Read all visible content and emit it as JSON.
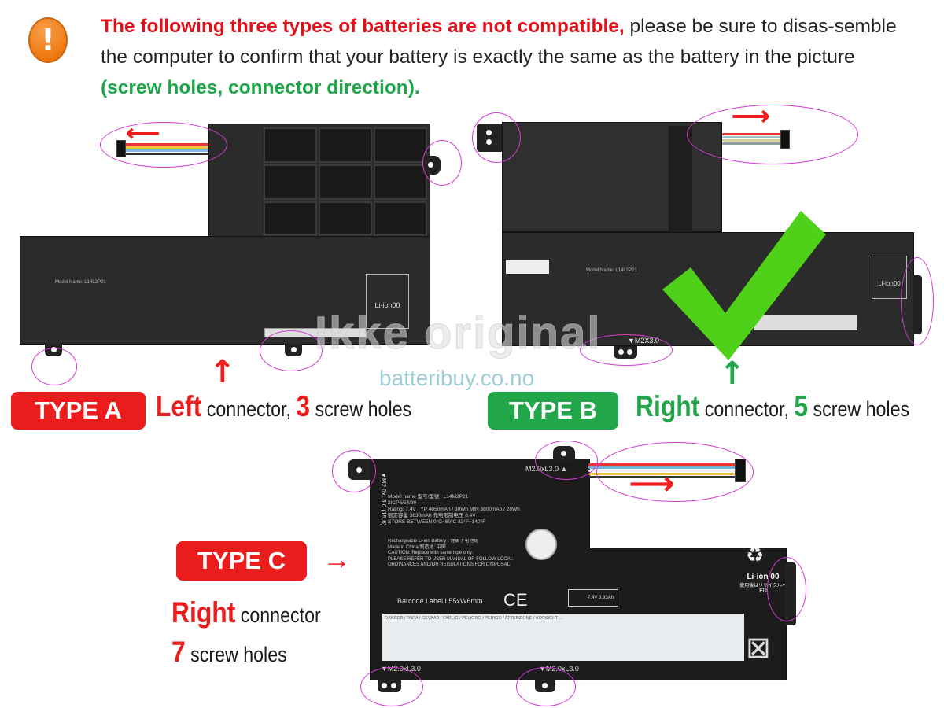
{
  "header": {
    "warning_icon": "exclamation-icon",
    "highlight_red": "The following three types of batteries are not compatible,",
    "text_1": " please be sure to disas-semble the computer to confirm that your battery is exactly the same as the battery in the picture ",
    "highlight_green": "(screw holes, connector direction)."
  },
  "watermark": {
    "text": "Ikke original",
    "site": "batteribuy.co.no"
  },
  "type_a": {
    "badge": "TYPE A",
    "direction": "Left",
    "connector_text": " connector, ",
    "holes_count": "3",
    "holes_text": " screw holes",
    "label_model": "Model Name: L14L2P21",
    "label_recycle": "Li-ion00",
    "badge_color": "#ea1c1c"
  },
  "type_b": {
    "badge": "TYPE B",
    "direction": "Right",
    "connector_text": " connector, ",
    "holes_count": "5",
    "holes_text": " screw holes",
    "label_model": "Model Name: L14L2P21",
    "label_recycle": "Li-ion00",
    "screw_marking": "▼M2X3.0",
    "badge_color": "#22a64a"
  },
  "type_c": {
    "badge": "TYPE C",
    "direction": "Right",
    "connector_text": " connector",
    "holes_count": "7",
    "holes_text": " screw holes",
    "label_model": "Model name 型号/型號 : L14M2P21",
    "label_lines": [
      "2ICP6/54/90",
      "Rating: 7.4V TYP 4050mAh / 30Wh MIN 3800mAh / 28Wh",
      "额定容量 3830mAh 充电限制电压 8.4V",
      "STORE BETWEEN 0°C~60°C 32°F~140°F"
    ],
    "label_lines_2": [
      "Rechargeable Li-ion Battery / 锂离子电池组",
      "Made in China 制造地: 中国",
      "CAUTION: Replace with same type only.",
      "PLEASE REFER TO USER MANUAL OR FOLLOW LOCAL",
      "ORDINANCES AND/OR REGULATIONS FOR DISPOSAL."
    ],
    "barcode_label": "Barcode Label L55xW6mm",
    "ce": "CE",
    "ps_rating": "7.4V 3.93Ah",
    "recycle_label": "Li-ion 00",
    "recycle_sub": "使用後はリサイクルへ",
    "eu": "EU",
    "screw_top": "M2.0xL3.0 ▲",
    "screw_side": "▼M2.0xL3.0 (15.6)",
    "screw_bottom_1": "▼M2.0xL3.0",
    "screw_bottom_2": "▼M2.0xL3.0",
    "badge_color": "#ea1c1c"
  },
  "colors": {
    "red": "#ea1c1c",
    "green": "#22a64a",
    "highlight_ellipse": "#d23bd4",
    "warning_orange": "#ee7a12"
  }
}
